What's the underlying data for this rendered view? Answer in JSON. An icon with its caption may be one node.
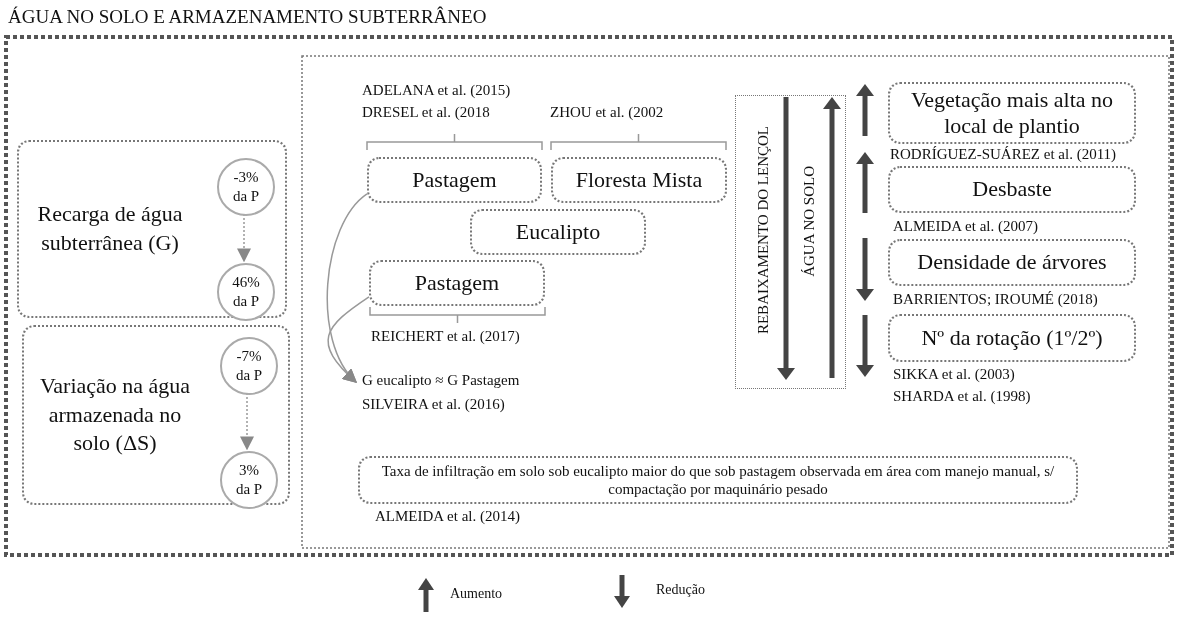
{
  "diagram": {
    "title": "ÁGUA NO SOLO E ARMAZENAMENTO SUBTERRÂNEO",
    "nodes": [
      {
        "text": [
          "Recarga de água subterrânea (G)"
        ]
      },
      {
        "text": [
          "-3% da P"
        ],
        "in": 0
      },
      {
        "text": [
          "46% da P"
        ],
        "in": 0
      },
      {
        "text": [
          "Variação na água armazenada no solo (ΔS)"
        ]
      },
      {
        "text": [
          "-7% da P"
        ],
        "in": 3
      },
      {
        "text": [
          "3% da P"
        ],
        "in": 3
      },
      {
        "text": [
          "Pastagem"
        ]
      },
      {
        "text": [
          "Floresta Mista"
        ]
      },
      {
        "text": [
          "Eucalipto"
        ]
      },
      {
        "text": [
          "Pastagem"
        ]
      },
      {
        "text": [
          "G eucalipto ≈ G Pastagem"
        ]
      },
      {
        "text": [
          "REBAIXAMENTO DO LENÇOL",
          "ÁGUA NO SOLO"
        ]
      },
      {
        "text": [
          "Vegetação mais alta no local de plantio"
        ]
      },
      {
        "text": [
          "Desbaste"
        ]
      },
      {
        "text": [
          "Densidade de árvores"
        ]
      },
      {
        "text": [
          "Nº da rotação (1º/2º)"
        ],
        "beside": [
          "SIKKA et al. (2003)",
          "SHARDA et al. (1998)"
        ]
      },
      {
        "text": [
          "Taxa de infiltração em solo sob eucalipto maior do que sob pastagem observada em área com manejo manual, s/ compactação por maquinário pesado"
        ],
        "beside": [
          "ALMEIDA et al. (2014)"
        ]
      }
    ],
    "edges": [
      {
        "from": 1,
        "to": 2,
        "arrow": "to",
        "style": "dashed"
      },
      {
        "from": 4,
        "to": 5,
        "arrow": "to",
        "style": "dashed"
      },
      {
        "from": 6,
        "to": 10,
        "arrow": "to"
      },
      {
        "from": 9,
        "to": 10,
        "arrow": "to"
      }
    ],
    "labels": [
      "ADELANA et al. (2015)",
      "DRESEL et al. (2018",
      "ZHOU et al. (2002",
      "RODRÍGUEZ-SUÁREZ et al. (2011)",
      "ALMEIDA et al. (2007)",
      "BARRIENTOS; IROUMÉ (2018)",
      "REICHERT et al. (2017)",
      "SILVEIRA et al. (2016)"
    ],
    "legend": [
      {
        "text": "Aumento"
      },
      {
        "text": "Redução"
      }
    ]
  }
}
